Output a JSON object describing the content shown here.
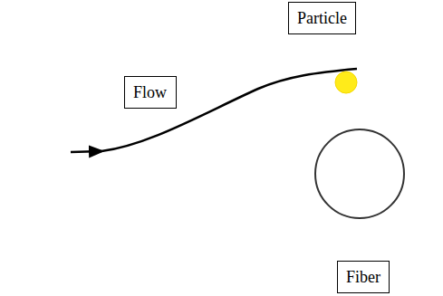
{
  "diagram": {
    "nodes": [
      {
        "text": [
          "Particle"
        ]
      },
      {
        "text": [
          "Flow"
        ]
      },
      {
        "text": [
          "Fiber"
        ]
      }
    ]
  }
}
